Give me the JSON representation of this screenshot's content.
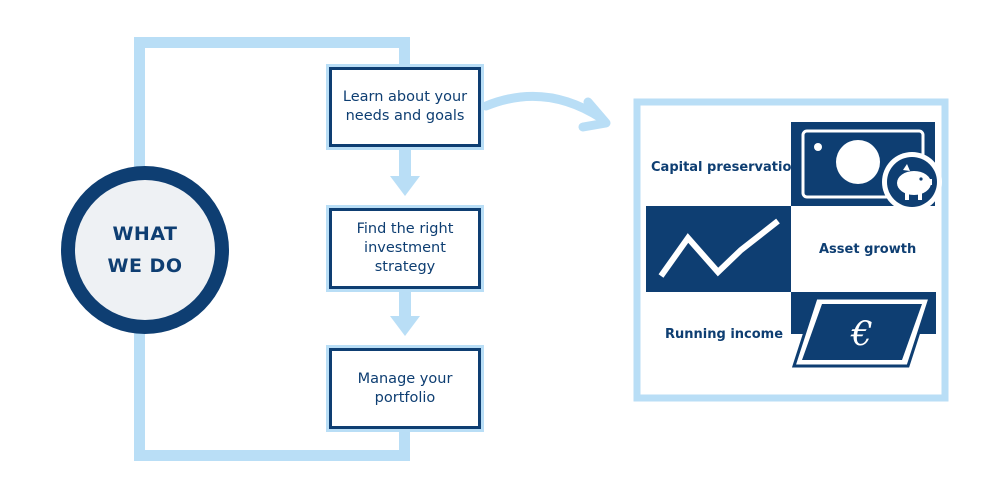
{
  "diagram": {
    "center_label_line1": "WHAT",
    "center_label_line2": "WE DO",
    "steps": [
      {
        "label": "Learn about your\nneeds and goals"
      },
      {
        "label": "Find the right\ninvestment\nstrategy"
      },
      {
        "label": "Manage your\nportfolio"
      }
    ],
    "outcomes": {
      "capital": "Capital preservation",
      "growth": "Asset growth",
      "income": "Running income"
    }
  },
  "colors": {
    "navy": "#0e3e72",
    "light_blue": "#b9def6",
    "circle_fill": "#eef1f4"
  },
  "icons": [
    "banknote-icon",
    "piggy-bank-icon",
    "growth-chart-icon",
    "euro-banknote-icon",
    "down-arrow-icon",
    "curved-arrow-icon"
  ]
}
